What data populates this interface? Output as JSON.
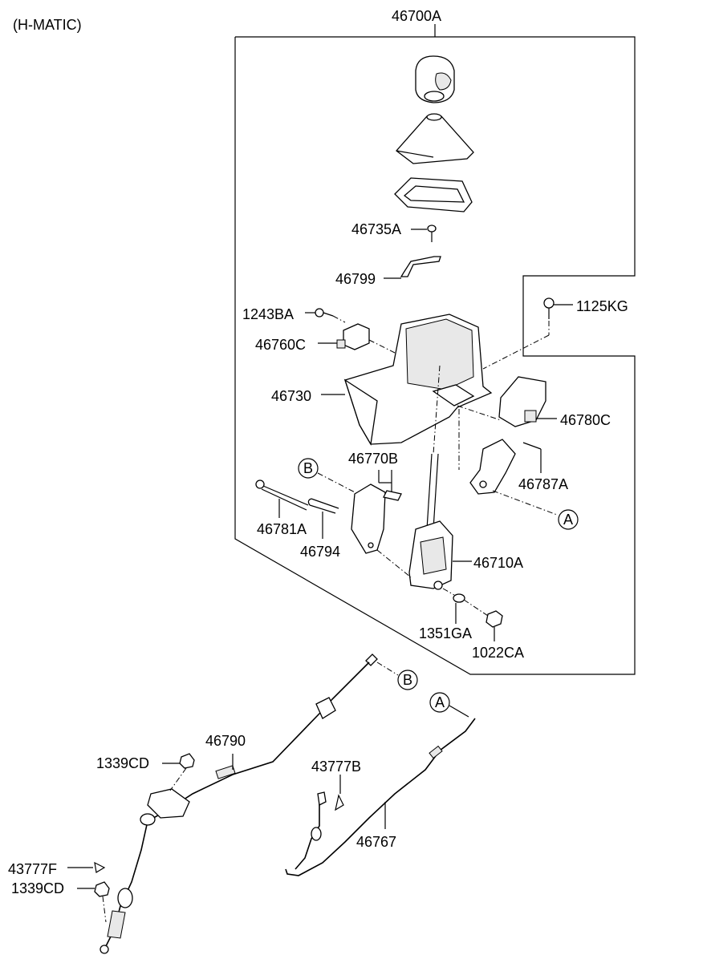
{
  "header": {
    "variant": "(H-MATIC)"
  },
  "assembly": {
    "number": "46700A"
  },
  "parts": {
    "knob": "",
    "p46735A": "46735A",
    "p46799": "46799",
    "p1243BA": "1243BA",
    "p46760C": "46760C",
    "p46730": "46730",
    "p1125KG": "1125KG",
    "p46780C": "46780C",
    "p46787A": "46787A",
    "p46770B": "46770B",
    "p46781A": "46781A",
    "p46794": "46794",
    "p46710A": "46710A",
    "p1351GA": "1351GA",
    "p1022CA": "1022CA",
    "p46790": "46790",
    "p1339CD_a": "1339CD",
    "p43777B": "43777B",
    "p46767": "46767",
    "p43777F": "43777F",
    "p1339CD_b": "1339CD"
  },
  "callouts": {
    "a": "A",
    "b": "B"
  }
}
